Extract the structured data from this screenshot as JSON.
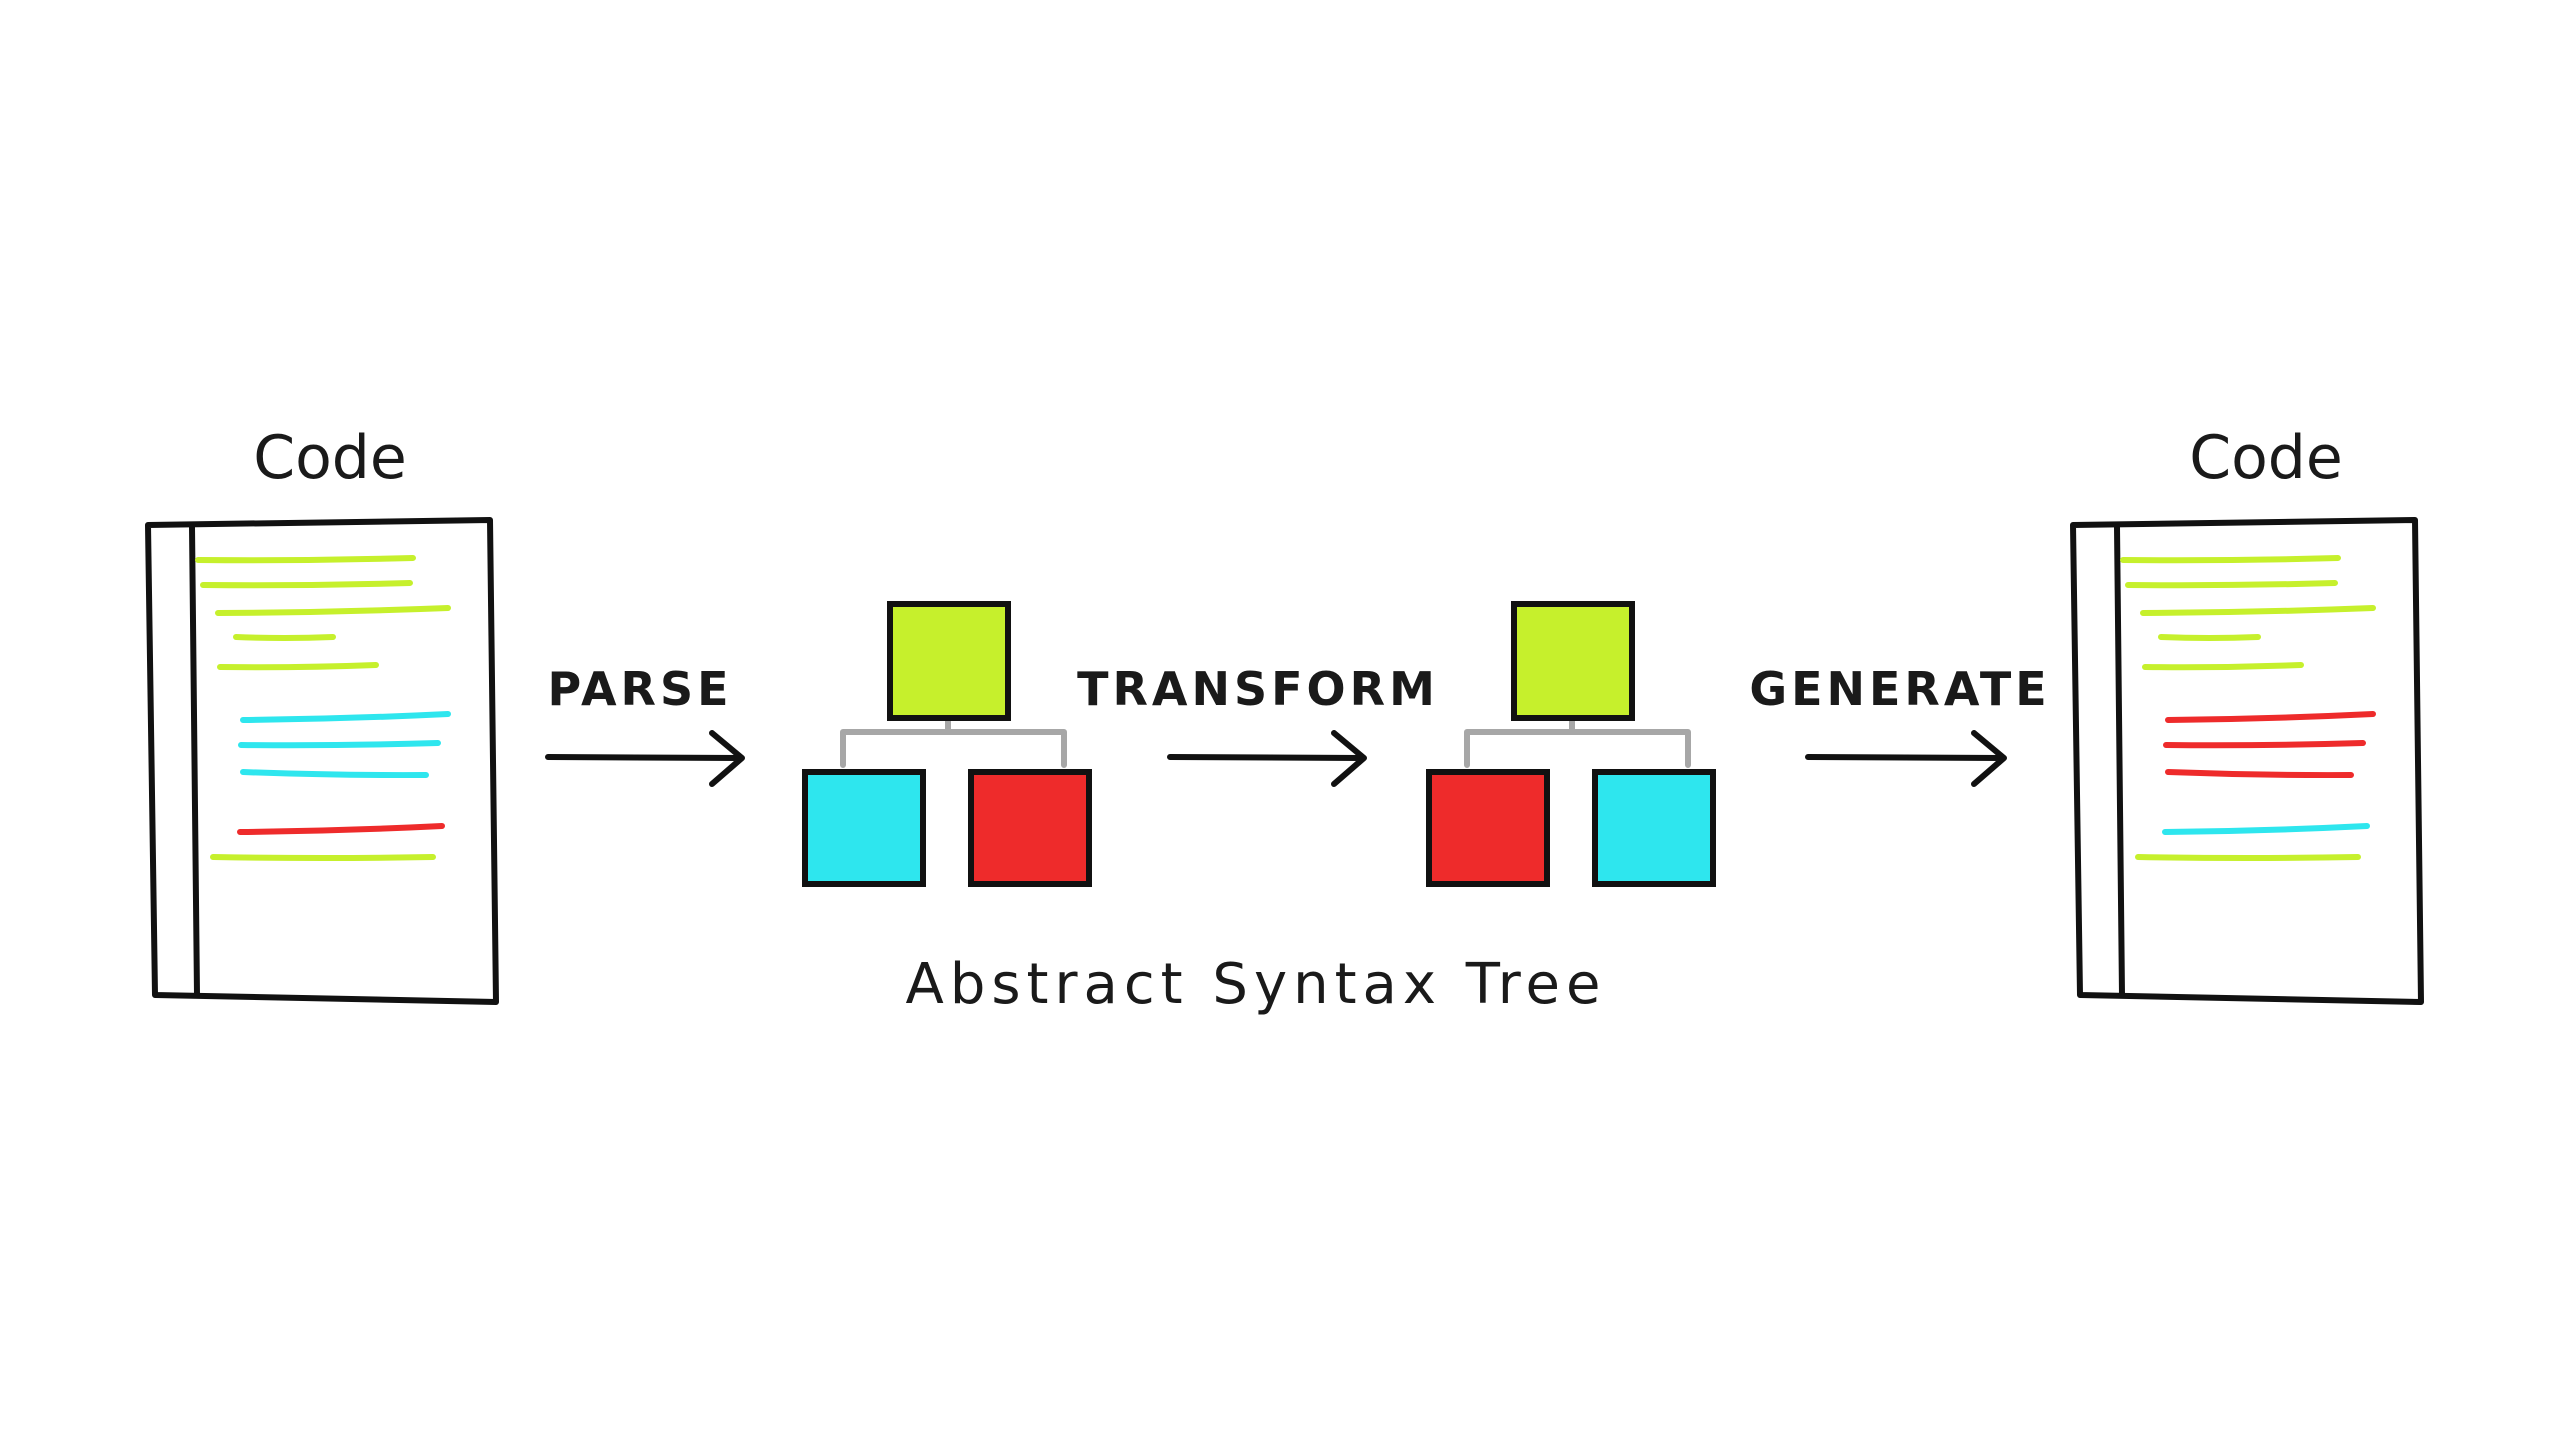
{
  "diagram": {
    "left_document": {
      "title": "Code",
      "line_colors": [
        "lime",
        "lime",
        "lime",
        "lime",
        "lime",
        "cyan",
        "cyan",
        "cyan",
        "red",
        "lime"
      ]
    },
    "right_document": {
      "title": "Code",
      "line_colors": [
        "lime",
        "lime",
        "lime",
        "lime",
        "lime",
        "red",
        "red",
        "red",
        "cyan",
        "lime"
      ]
    },
    "steps": {
      "parse": "PARSE",
      "transform": "TRANSFORM",
      "generate": "GENERATE"
    },
    "ast_caption": "Abstract Syntax Tree",
    "tree_before": {
      "root": "lime",
      "children": [
        "cyan",
        "red"
      ]
    },
    "tree_after": {
      "root": "lime",
      "children": [
        "red",
        "cyan"
      ]
    },
    "colors": {
      "lime": "#c6f02c",
      "cyan": "#2ee6ee",
      "red": "#ee2b2b",
      "ink": "#111111",
      "connector": "#a7a7a7"
    }
  }
}
